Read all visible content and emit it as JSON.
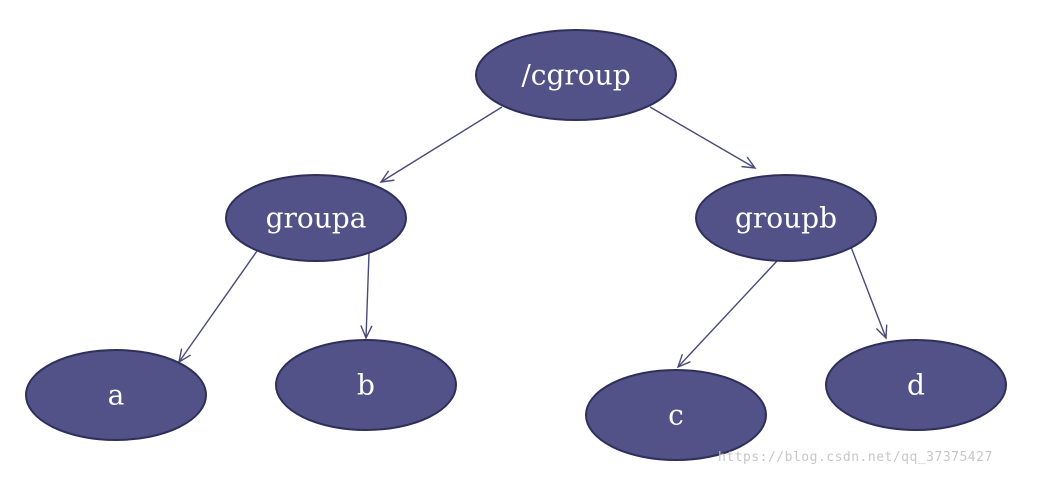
{
  "diagram": {
    "type": "tree",
    "node_color": "#525288",
    "edge_color": "#4a4a7a",
    "nodes": [
      {
        "id": "root",
        "label": "/cgroup"
      },
      {
        "id": "groupa",
        "label": "groupa"
      },
      {
        "id": "groupb",
        "label": "groupb"
      },
      {
        "id": "a",
        "label": "a"
      },
      {
        "id": "b",
        "label": "b"
      },
      {
        "id": "c",
        "label": "c"
      },
      {
        "id": "d",
        "label": "d"
      }
    ],
    "edges": [
      {
        "from": "root",
        "to": "groupa"
      },
      {
        "from": "root",
        "to": "groupb"
      },
      {
        "from": "groupa",
        "to": "a"
      },
      {
        "from": "groupa",
        "to": "b"
      },
      {
        "from": "groupb",
        "to": "c"
      },
      {
        "from": "groupb",
        "to": "d"
      }
    ]
  },
  "watermark": "https://blog.csdn.net/qq_37375427"
}
